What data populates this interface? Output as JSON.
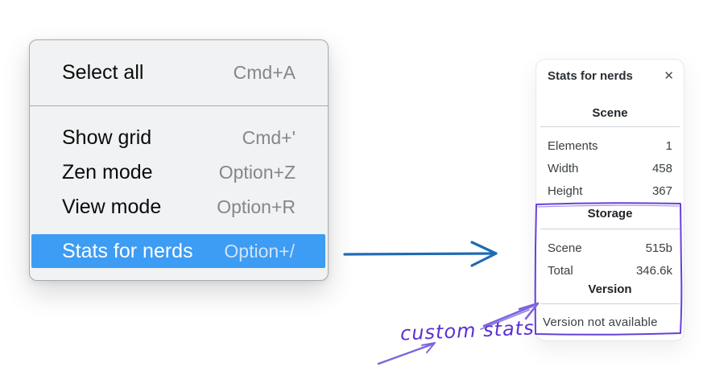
{
  "menu": {
    "items": [
      {
        "label": "Select all",
        "shortcut": "Cmd+A",
        "highlighted": false
      },
      {
        "label": "Show grid",
        "shortcut": "Cmd+'",
        "highlighted": false
      },
      {
        "label": "Zen mode",
        "shortcut": "Option+Z",
        "highlighted": false
      },
      {
        "label": "View mode",
        "shortcut": "Option+R",
        "highlighted": false
      },
      {
        "label": "Stats for nerds",
        "shortcut": "Option+/",
        "highlighted": true
      }
    ],
    "highlight_color": "#3d9cf4"
  },
  "stats_panel": {
    "title": "Stats for nerds",
    "close_icon": "✕",
    "sections": [
      {
        "header": "Scene",
        "rows": [
          {
            "label": "Elements",
            "value": "1"
          },
          {
            "label": "Width",
            "value": "458"
          },
          {
            "label": "Height",
            "value": "367"
          }
        ]
      },
      {
        "header": "Storage",
        "rows": [
          {
            "label": "Scene",
            "value": "515b"
          },
          {
            "label": "Total",
            "value": "346.6k"
          }
        ]
      },
      {
        "header": "Version",
        "note": "Version not available"
      }
    ]
  },
  "annotations": {
    "label": "custom stats",
    "purple": "#6741d9",
    "arrow_purple": "#7e64dd",
    "arrow_blue": "#1f6bb4"
  }
}
